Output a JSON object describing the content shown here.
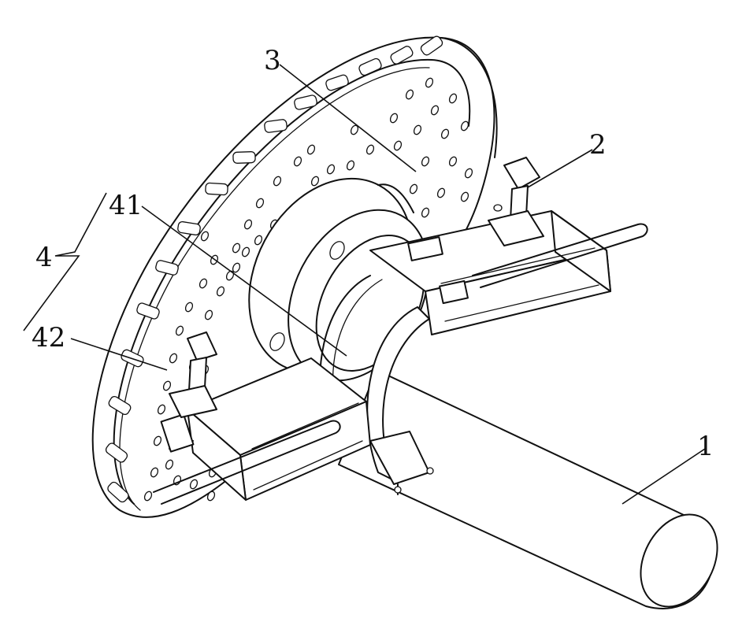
{
  "callouts": {
    "pipe": "1",
    "clamp": "2",
    "disc": "3",
    "assembly": "4",
    "hub": "41",
    "frame": "42"
  }
}
